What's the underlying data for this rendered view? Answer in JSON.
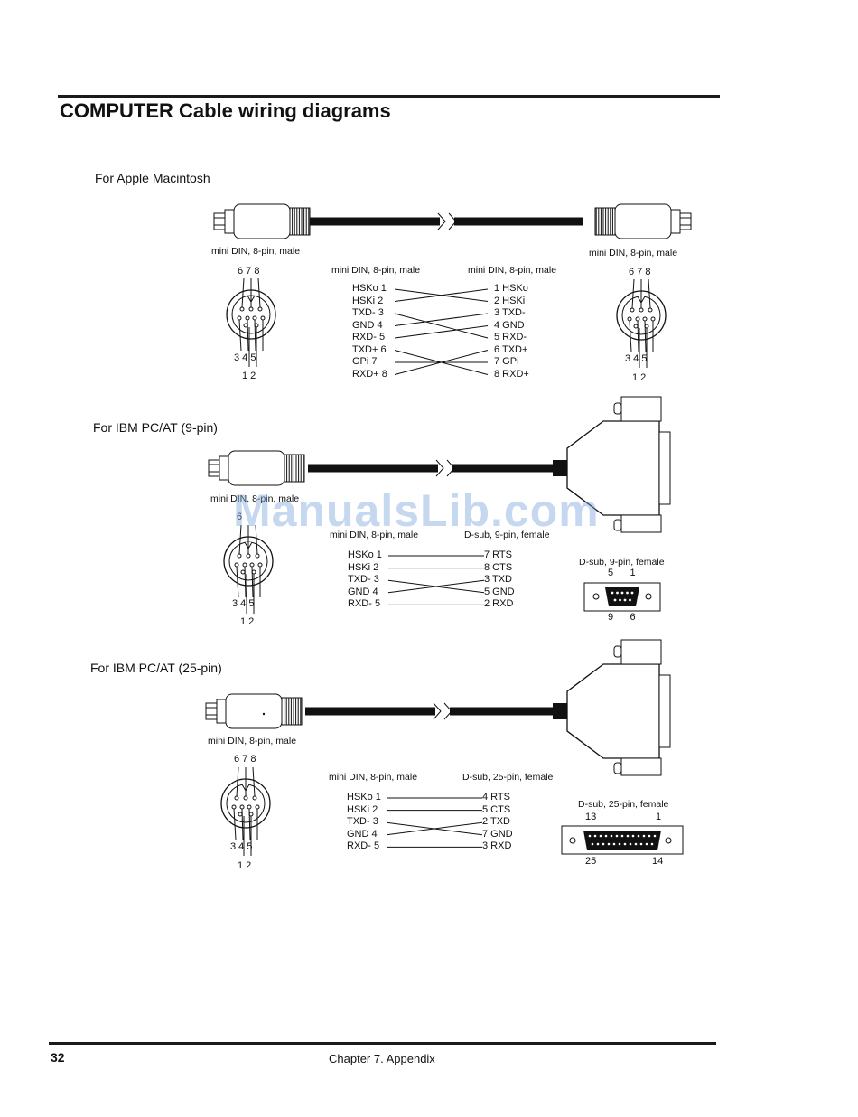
{
  "page": {
    "title": "COMPUTER Cable wiring diagrams",
    "page_number": "32",
    "footer": "Chapter 7. Appendix",
    "watermark": "ManualsLib.com"
  },
  "mac": {
    "heading": "For Apple Macintosh",
    "left_connector_label": "mini DIN, 8-pin, male",
    "right_connector_label": "mini DIN, 8-pin, male",
    "table_left_header": "mini DIN, 8-pin, male",
    "table_right_header": "mini DIN, 8-pin, male",
    "left_pins": [
      "HSKo  1",
      "HSKi  2",
      "TXD-  3",
      "GND  4",
      "RXD-  5",
      "TXD+ 6",
      "GPi    7",
      "RXD+ 8"
    ],
    "right_pins": [
      "1 HSKo",
      "2  HSKi",
      "3  TXD-",
      "4  GND",
      "5 RXD-",
      "6 TXD+",
      "7    GPi",
      "8 RXD+"
    ],
    "din_top": "6 7 8",
    "din_mid": "3 4 5",
    "din_bot": "1 2"
  },
  "pc9": {
    "heading": "For IBM PC/AT (9-pin)",
    "left_connector_label": "mini DIN, 8-pin, male",
    "table_left_header": "mini DIN, 8-pin, male",
    "table_right_header": "D-sub, 9-pin, female",
    "left_pins": [
      "HSKo  1",
      "HSKi  2",
      "TXD-  3",
      "GND  4",
      "RXD-  5"
    ],
    "right_pins": [
      "7   RTS",
      "8   CTS",
      "3   TXD",
      "5   GND",
      "2   RXD"
    ],
    "dsub_label": "D-sub, 9-pin, female",
    "dsub_top_nums": "5      1",
    "dsub_bot_nums": "9      6",
    "din_top": "6",
    "din_mid": "3 4 5",
    "din_bot": "1 2"
  },
  "pc25": {
    "heading": "For IBM PC/AT (25-pin)",
    "left_connector_label": "mini DIN, 8-pin, male",
    "table_left_header": "mini DIN, 8-pin, male",
    "table_right_header": "D-sub, 25-pin, female",
    "left_pins": [
      "HSKo  1",
      "HSKi  2",
      "TXD-  3",
      "GND  4",
      "RXD-  5"
    ],
    "right_pins": [
      "4   RTS",
      "5   CTS",
      "2   TXD",
      "7   GND",
      "3   RXD"
    ],
    "dsub_label": "D-sub, 25-pin, female",
    "dsub_top_left": "13",
    "dsub_top_right": "1",
    "dsub_bot_left": "25",
    "dsub_bot_right": "14",
    "din_top": "6 7 8",
    "din_mid": "3 4 5",
    "din_bot": "1 2"
  }
}
